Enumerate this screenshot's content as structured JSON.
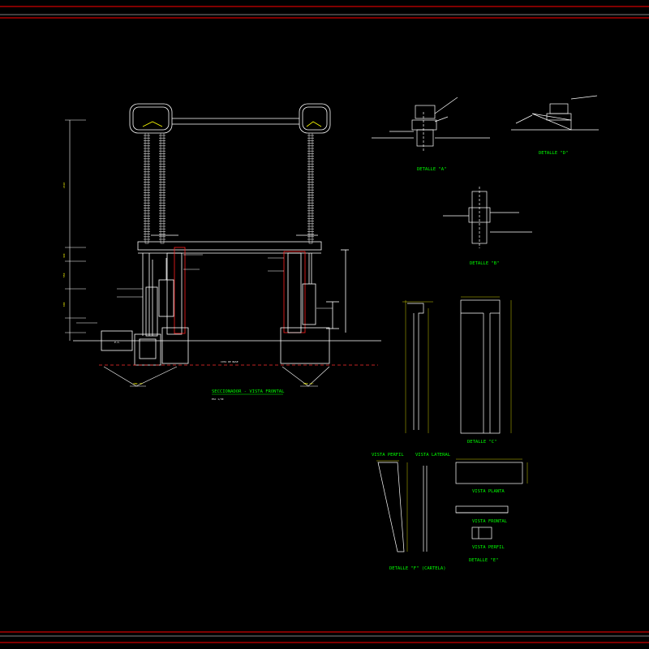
{
  "colors": {
    "background": "#000000",
    "frame_red": "#ff0000",
    "frame_white": "#ffffff",
    "outline": "#ffffff",
    "insulator": "#c8c8c8",
    "title_green": "#00ff00",
    "annotation_yellow": "#ffff00",
    "structure_red": "#ff2020",
    "ground_magenta": "#ff3030"
  },
  "titles": {
    "main_view": "SECCIONADOR - VISTA FRONTAL",
    "detail_a": "DETALLE \"A\"",
    "detail_b": "DETALLE \"B\"",
    "detail_c": "DETALLE \"C\"",
    "detail_d": "DETALLE \"D\"",
    "detail_e": "DETALLE \"E\"",
    "detail_f": "DETALLE \"F\" (CARTELA)",
    "vista_perfil_1": "VISTA PERFIL",
    "vista_lateral": "VISTA LATERAL",
    "vista_planta": "VISTA PLANTA",
    "vista_frontal": "VISTA FRONTAL",
    "vista_perfil_2": "VISTA PERFIL"
  },
  "annotations": {
    "ground_level": "COTA DE BASE",
    "pw_box": "P.A."
  }
}
